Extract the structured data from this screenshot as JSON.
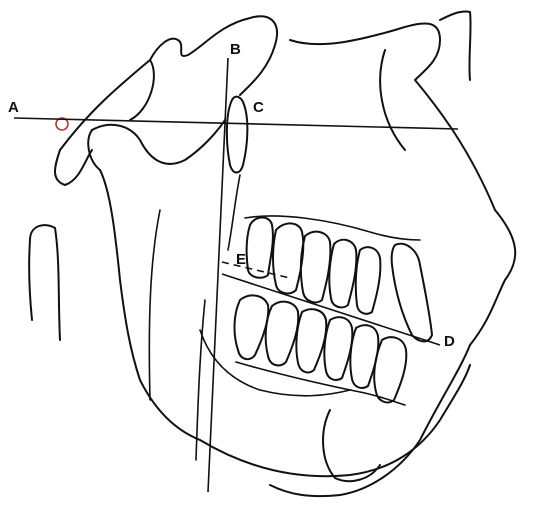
{
  "diagram": {
    "labels": {
      "a": "A",
      "b": "B",
      "c": "C",
      "d": "D",
      "e": "E"
    },
    "colors": {
      "ink": "#111111",
      "marker": "#c03030",
      "background": "#ffffff"
    }
  }
}
